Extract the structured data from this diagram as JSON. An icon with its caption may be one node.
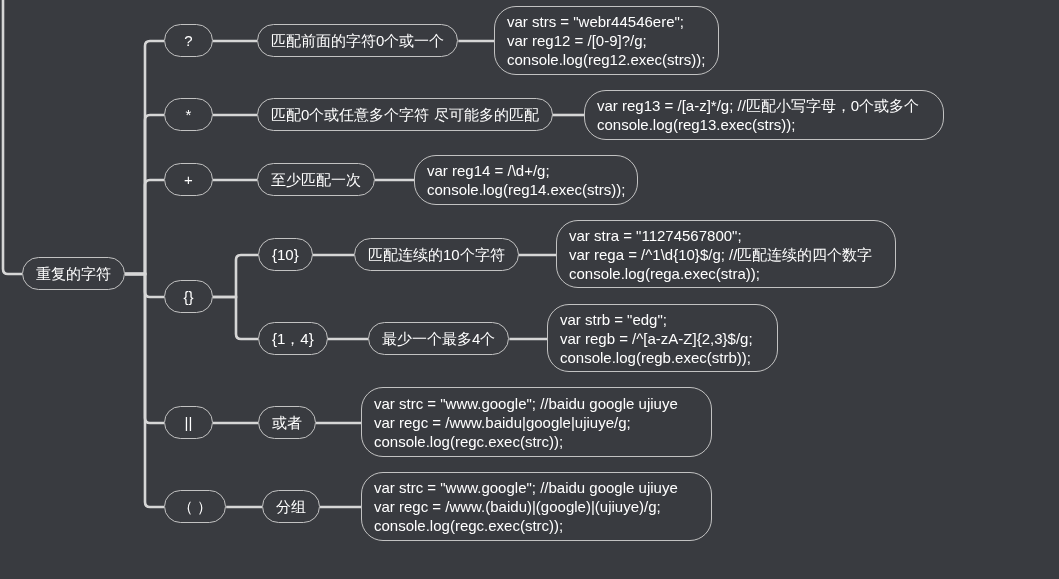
{
  "diagram": {
    "nodes": [
      {
        "text": [
          "重复的字符"
        ]
      },
      {
        "text": [
          "?"
        ]
      },
      {
        "text": [
          "匹配前面的字符0个或一个"
        ]
      },
      {
        "text": [
          "var strs = \"webr44546ere\";",
          "var reg12 = /[0-9]?/g;",
          "console.log(reg12.exec(strs));"
        ]
      },
      {
        "text": [
          "*"
        ]
      },
      {
        "text": [
          "匹配0个或任意多个字符 尽可能多的匹配"
        ]
      },
      {
        "text": [
          "var reg13 = /[a-z]*/g; //匹配小写字母，0个或多个",
          "console.log(reg13.exec(strs));"
        ]
      },
      {
        "text": [
          "+"
        ]
      },
      {
        "text": [
          "至少匹配一次"
        ]
      },
      {
        "text": [
          "var reg14 = /\\d+/g;",
          "console.log(reg14.exec(strs));"
        ]
      },
      {
        "text": [
          "{}"
        ]
      },
      {
        "text": [
          "{10}"
        ]
      },
      {
        "text": [
          "匹配连续的10个字符"
        ]
      },
      {
        "text": [
          "var stra = \"11274567800\";",
          "var rega = /^1\\d{10}$/g; //匹配连续的四个数字",
          "console.log(rega.exec(stra));"
        ]
      },
      {
        "text": [
          "{1，4}"
        ]
      },
      {
        "text": [
          "最少一个最多4个"
        ]
      },
      {
        "text": [
          "var strb = \"edg\";",
          "var regb = /^[a-zA-Z]{2,3}$/g;",
          "console.log(regb.exec(strb));"
        ]
      },
      {
        "text": [
          "||"
        ]
      },
      {
        "text": [
          "或者"
        ]
      },
      {
        "text": [
          "var strc = \"www.google\"; //baidu google ujiuye",
          "var regc = /www.baidu|google|ujiuye/g;",
          "console.log(regc.exec(strc));"
        ]
      },
      {
        "text": [
          "（ ）"
        ]
      },
      {
        "text": [
          "分组"
        ]
      },
      {
        "text": [
          "var strc = \"www.google\"; //baidu google ujiuye",
          "var regc = /www.(baidu)|(google)|(ujiuye)/g;",
          "console.log(regc.exec(strc));"
        ]
      }
    ],
    "edges": [
      {
        "from": null,
        "to": 0,
        "arrow": "none"
      },
      {
        "from": 0,
        "to": 1,
        "arrow": "none"
      },
      {
        "from": 1,
        "to": 2,
        "arrow": "none"
      },
      {
        "from": 2,
        "to": 3,
        "arrow": "none"
      },
      {
        "from": 0,
        "to": 4,
        "arrow": "none"
      },
      {
        "from": 4,
        "to": 5,
        "arrow": "none"
      },
      {
        "from": 5,
        "to": 6,
        "arrow": "none"
      },
      {
        "from": 0,
        "to": 7,
        "arrow": "none"
      },
      {
        "from": 7,
        "to": 8,
        "arrow": "none"
      },
      {
        "from": 8,
        "to": 9,
        "arrow": "none"
      },
      {
        "from": 0,
        "to": 10,
        "arrow": "none"
      },
      {
        "from": 10,
        "to": 11,
        "arrow": "none"
      },
      {
        "from": 11,
        "to": 12,
        "arrow": "none"
      },
      {
        "from": 12,
        "to": 13,
        "arrow": "none"
      },
      {
        "from": 10,
        "to": 14,
        "arrow": "none"
      },
      {
        "from": 14,
        "to": 15,
        "arrow": "none"
      },
      {
        "from": 15,
        "to": 16,
        "arrow": "none"
      },
      {
        "from": 0,
        "to": 17,
        "arrow": "none"
      },
      {
        "from": 17,
        "to": 18,
        "arrow": "none"
      },
      {
        "from": 18,
        "to": 19,
        "arrow": "none"
      },
      {
        "from": 0,
        "to": 20,
        "arrow": "none"
      },
      {
        "from": 20,
        "to": 21,
        "arrow": "none"
      },
      {
        "from": 21,
        "to": 22,
        "arrow": "none"
      }
    ]
  }
}
